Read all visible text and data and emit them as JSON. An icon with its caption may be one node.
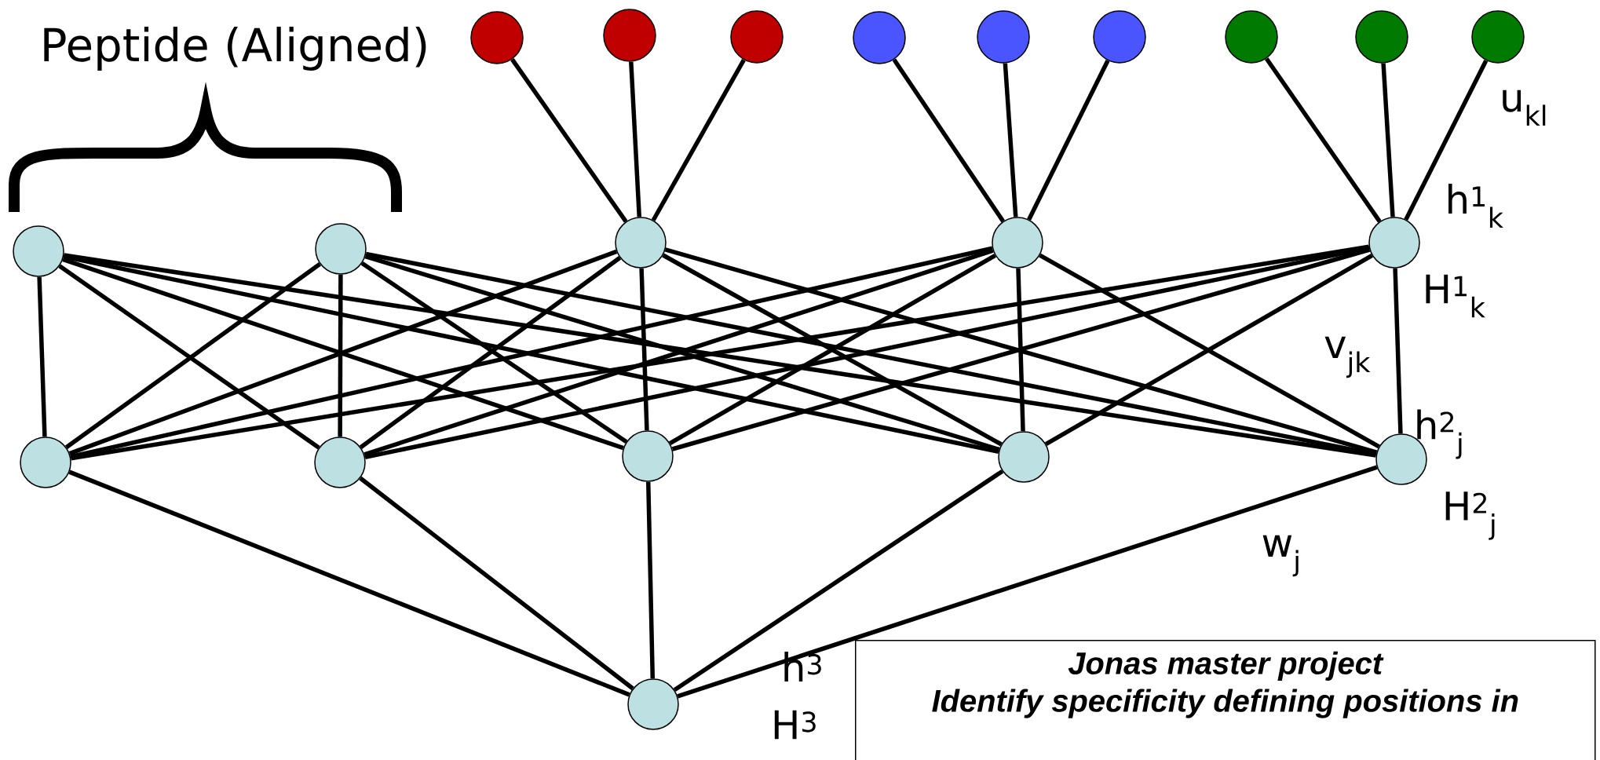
{
  "diagram": {
    "nodes": [
      {
        "text": [],
        "shape": "circle"
      },
      {
        "text": [],
        "shape": "circle"
      },
      {
        "text": [],
        "shape": "circle"
      },
      {
        "text": [],
        "shape": "circle"
      },
      {
        "text": [],
        "shape": "circle"
      },
      {
        "text": [],
        "shape": "circle"
      },
      {
        "text": [],
        "shape": "circle"
      },
      {
        "text": [],
        "shape": "circle"
      },
      {
        "text": [],
        "shape": "circle"
      },
      {
        "text": [],
        "shape": "circle"
      },
      {
        "text": [],
        "shape": "circle"
      },
      {
        "text": [],
        "shape": "circle"
      },
      {
        "text": [],
        "shape": "circle"
      },
      {
        "text": [],
        "shape": "circle"
      },
      {
        "text": [],
        "shape": "circle"
      },
      {
        "text": [],
        "shape": "circle"
      },
      {
        "text": [],
        "shape": "circle"
      },
      {
        "text": [],
        "shape": "circle"
      },
      {
        "text": [],
        "shape": "circle"
      },
      {
        "text": [],
        "shape": "circle"
      },
      {
        "text": [
          "Jonas master project",
          "Identify specificity defining positions in"
        ]
      }
    ],
    "edges": [
      {
        "from": 0,
        "to": 11,
        "arrow": "none"
      },
      {
        "from": 1,
        "to": 11,
        "arrow": "none"
      },
      {
        "from": 2,
        "to": 11,
        "arrow": "none"
      },
      {
        "from": 3,
        "to": 12,
        "arrow": "none"
      },
      {
        "from": 4,
        "to": 12,
        "arrow": "none"
      },
      {
        "from": 5,
        "to": 12,
        "arrow": "none"
      },
      {
        "from": 6,
        "to": 13,
        "arrow": "none"
      },
      {
        "from": 7,
        "to": 13,
        "arrow": "none"
      },
      {
        "from": 8,
        "to": 13,
        "arrow": "none"
      },
      {
        "from": 9,
        "to": 14,
        "arrow": "none"
      },
      {
        "from": 9,
        "to": 15,
        "arrow": "none"
      },
      {
        "from": 9,
        "to": 16,
        "arrow": "none"
      },
      {
        "from": 9,
        "to": 17,
        "arrow": "none"
      },
      {
        "from": 9,
        "to": 18,
        "arrow": "none"
      },
      {
        "from": 10,
        "to": 14,
        "arrow": "none"
      },
      {
        "from": 10,
        "to": 15,
        "arrow": "none"
      },
      {
        "from": 10,
        "to": 16,
        "arrow": "none"
      },
      {
        "from": 10,
        "to": 17,
        "arrow": "none"
      },
      {
        "from": 10,
        "to": 18,
        "arrow": "none"
      },
      {
        "from": 11,
        "to": 14,
        "arrow": "none"
      },
      {
        "from": 11,
        "to": 15,
        "arrow": "none"
      },
      {
        "from": 11,
        "to": 16,
        "arrow": "none"
      },
      {
        "from": 11,
        "to": 17,
        "arrow": "none"
      },
      {
        "from": 11,
        "to": 18,
        "arrow": "none"
      },
      {
        "from": 12,
        "to": 14,
        "arrow": "none"
      },
      {
        "from": 12,
        "to": 15,
        "arrow": "none"
      },
      {
        "from": 12,
        "to": 16,
        "arrow": "none"
      },
      {
        "from": 12,
        "to": 17,
        "arrow": "none"
      },
      {
        "from": 12,
        "to": 18,
        "arrow": "none"
      },
      {
        "from": 13,
        "to": 14,
        "arrow": "none"
      },
      {
        "from": 13,
        "to": 15,
        "arrow": "none"
      },
      {
        "from": 13,
        "to": 16,
        "arrow": "none"
      },
      {
        "from": 13,
        "to": 17,
        "arrow": "none"
      },
      {
        "from": 13,
        "to": 18,
        "arrow": "none"
      },
      {
        "from": 14,
        "to": 19,
        "arrow": "none"
      },
      {
        "from": 15,
        "to": 19,
        "arrow": "none"
      },
      {
        "from": 16,
        "to": 19,
        "arrow": "none"
      },
      {
        "from": 17,
        "to": 19,
        "arrow": "none"
      },
      {
        "from": 18,
        "to": 19,
        "arrow": "none"
      }
    ],
    "labels": [
      "Peptide (Aligned)",
      "u$_{kl}$",
      "h$^{1}$$_{k}$",
      "H$^{1}$$_{k}$",
      "v$_{jk}$",
      "h$^{2}$$_{j}$",
      "H$^{2}$$_{j}$",
      "w$_{j}$",
      "h$^{3}$",
      "H$^{3}$"
    ]
  }
}
